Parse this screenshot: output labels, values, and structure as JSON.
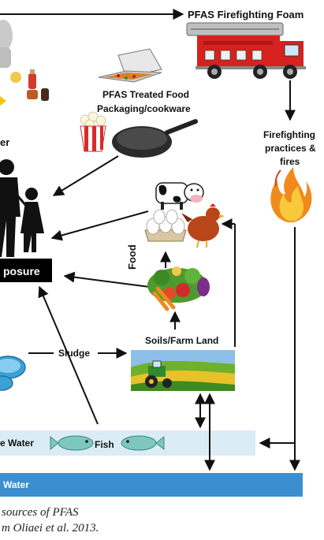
{
  "labels": {
    "foam": "PFAS Firefighting Foam",
    "food_pack_1": "PFAS Treated Food",
    "food_pack_2": "Packaging/cookware",
    "fire_1": "Firefighting",
    "fire_2": "practices &",
    "fire_3": "fires",
    "left_partial": "er",
    "food": "Food",
    "exposure": "posure",
    "sludge": "Sludge",
    "soils": "Soils/Farm Land",
    "surface_water": "e Water",
    "fish": "Fish",
    "ground_water": "Water"
  },
  "caption": {
    "line1": "sources of PFAS",
    "line2": "m Oliaei et al. 2013."
  },
  "colors": {
    "truck_red": "#d7211f",
    "exposure_box": "#000000",
    "surface_water": "#dcecf6",
    "ground_water": "#3b8fcf",
    "fish": "#7dc7c0"
  }
}
